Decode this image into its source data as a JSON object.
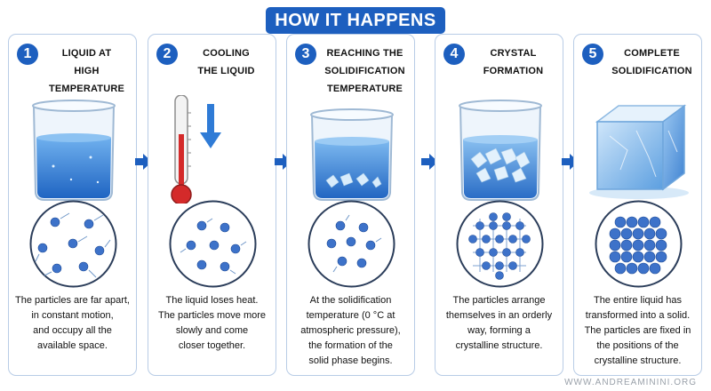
{
  "header": {
    "title": "HOW IT HAPPENS"
  },
  "steps": [
    {
      "number": "1",
      "title_lines": [
        "LIQUID AT",
        "HIGH TEMPERATURE"
      ],
      "desc_lines": [
        "The particles are far apart,",
        "in constant motion,",
        "and occupy all the",
        "available space."
      ]
    },
    {
      "number": "2",
      "title_lines": [
        "COOLING",
        "THE LIQUID"
      ],
      "desc_lines": [
        "The liquid loses heat.",
        "The particles move more",
        "slowly and come",
        "closer together."
      ]
    },
    {
      "number": "3",
      "title_lines": [
        "REACHING THE",
        "SOLIDIFICATION",
        "TEMPERATURE"
      ],
      "desc_lines": [
        "At the solidification",
        "temperature (0 °C at",
        "atmospheric pressure),",
        "the formation of the",
        "solid phase begins."
      ]
    },
    {
      "number": "4",
      "title_lines": [
        "CRYSTAL",
        "FORMATION"
      ],
      "desc_lines": [
        "The particles arrange",
        "themselves in an orderly",
        "way, forming a",
        "crystalline structure."
      ]
    },
    {
      "number": "5",
      "title_lines": [
        "COMPLETE",
        "SOLIDIFICATION"
      ],
      "desc_lines": [
        "The entire liquid has",
        "transformed into a solid.",
        "The particles are fixed in",
        "the positions of the",
        "crystalline structure."
      ]
    }
  ],
  "footer": {
    "watermark": "WWW.ANDREAMININI.ORG"
  },
  "colors": {
    "accent": "#1d5fbf",
    "water": "#3c86d6",
    "thermometer_red": "#d42a2a",
    "particle": "#3d72c9"
  }
}
